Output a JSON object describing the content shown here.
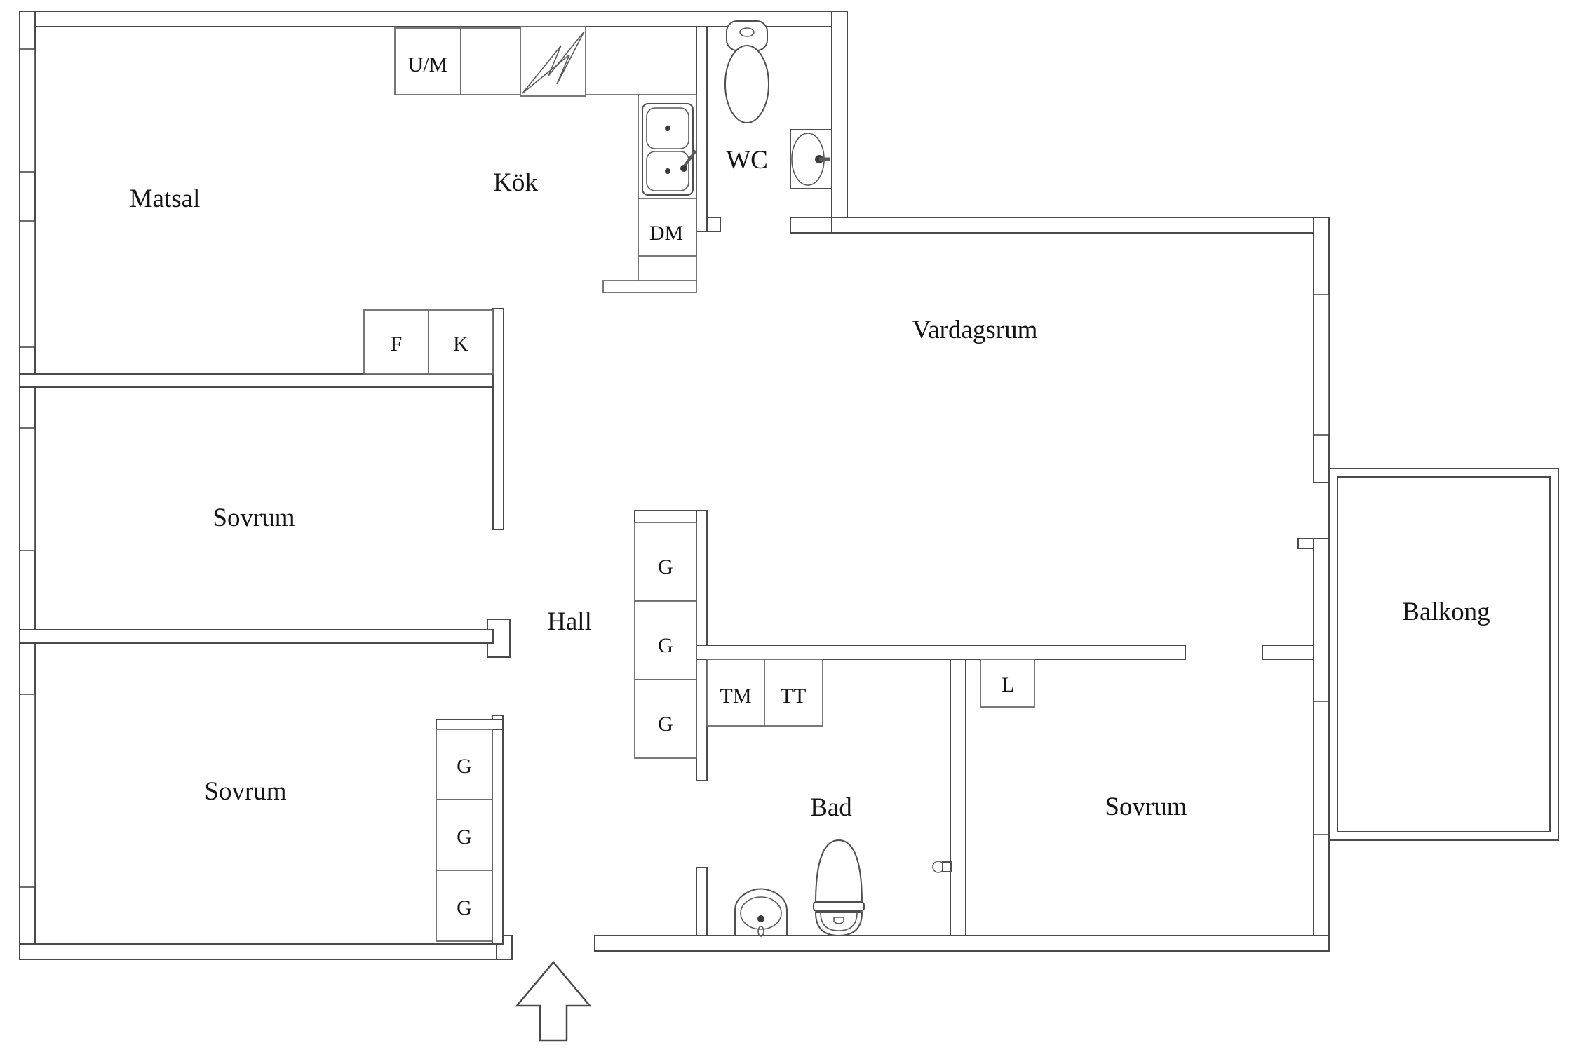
{
  "document": {
    "kind": "apartment floor plan",
    "language": "Swedish",
    "background_color": "#ffffff",
    "line_color": "#4a4a4a",
    "text_color": "#141414"
  },
  "rooms": {
    "matsal": {
      "label": "Matsal"
    },
    "kok": {
      "label": "Kök"
    },
    "wc": {
      "label": "WC"
    },
    "vardagsrum": {
      "label": "Vardagsrum"
    },
    "sovrum_mid_left": {
      "label": "Sovrum"
    },
    "sovrum_bottom_left": {
      "label": "Sovrum"
    },
    "sovrum_bottom_right": {
      "label": "Sovrum"
    },
    "hall": {
      "label": "Hall"
    },
    "bad": {
      "label": "Bad"
    },
    "balkong": {
      "label": "Balkong"
    }
  },
  "appliances": {
    "um": {
      "label": "U/M"
    },
    "dm": {
      "label": "DM"
    },
    "f": {
      "label": "F"
    },
    "k": {
      "label": "K"
    },
    "tm": {
      "label": "TM"
    },
    "tt": {
      "label": "TT"
    },
    "l": {
      "label": "L"
    }
  },
  "closets": {
    "hall": [
      "G",
      "G",
      "G"
    ],
    "sovrum_bottom_left": [
      "G",
      "G",
      "G"
    ]
  },
  "icons": [
    "stove-lightning-icon",
    "kitchen-double-sink-icon",
    "wc-toilet-icon",
    "wc-basin-icon",
    "bad-toilet-icon",
    "bad-basin-icon",
    "door-knob-icon",
    "entrance-arrow-icon",
    "window-icon"
  ]
}
